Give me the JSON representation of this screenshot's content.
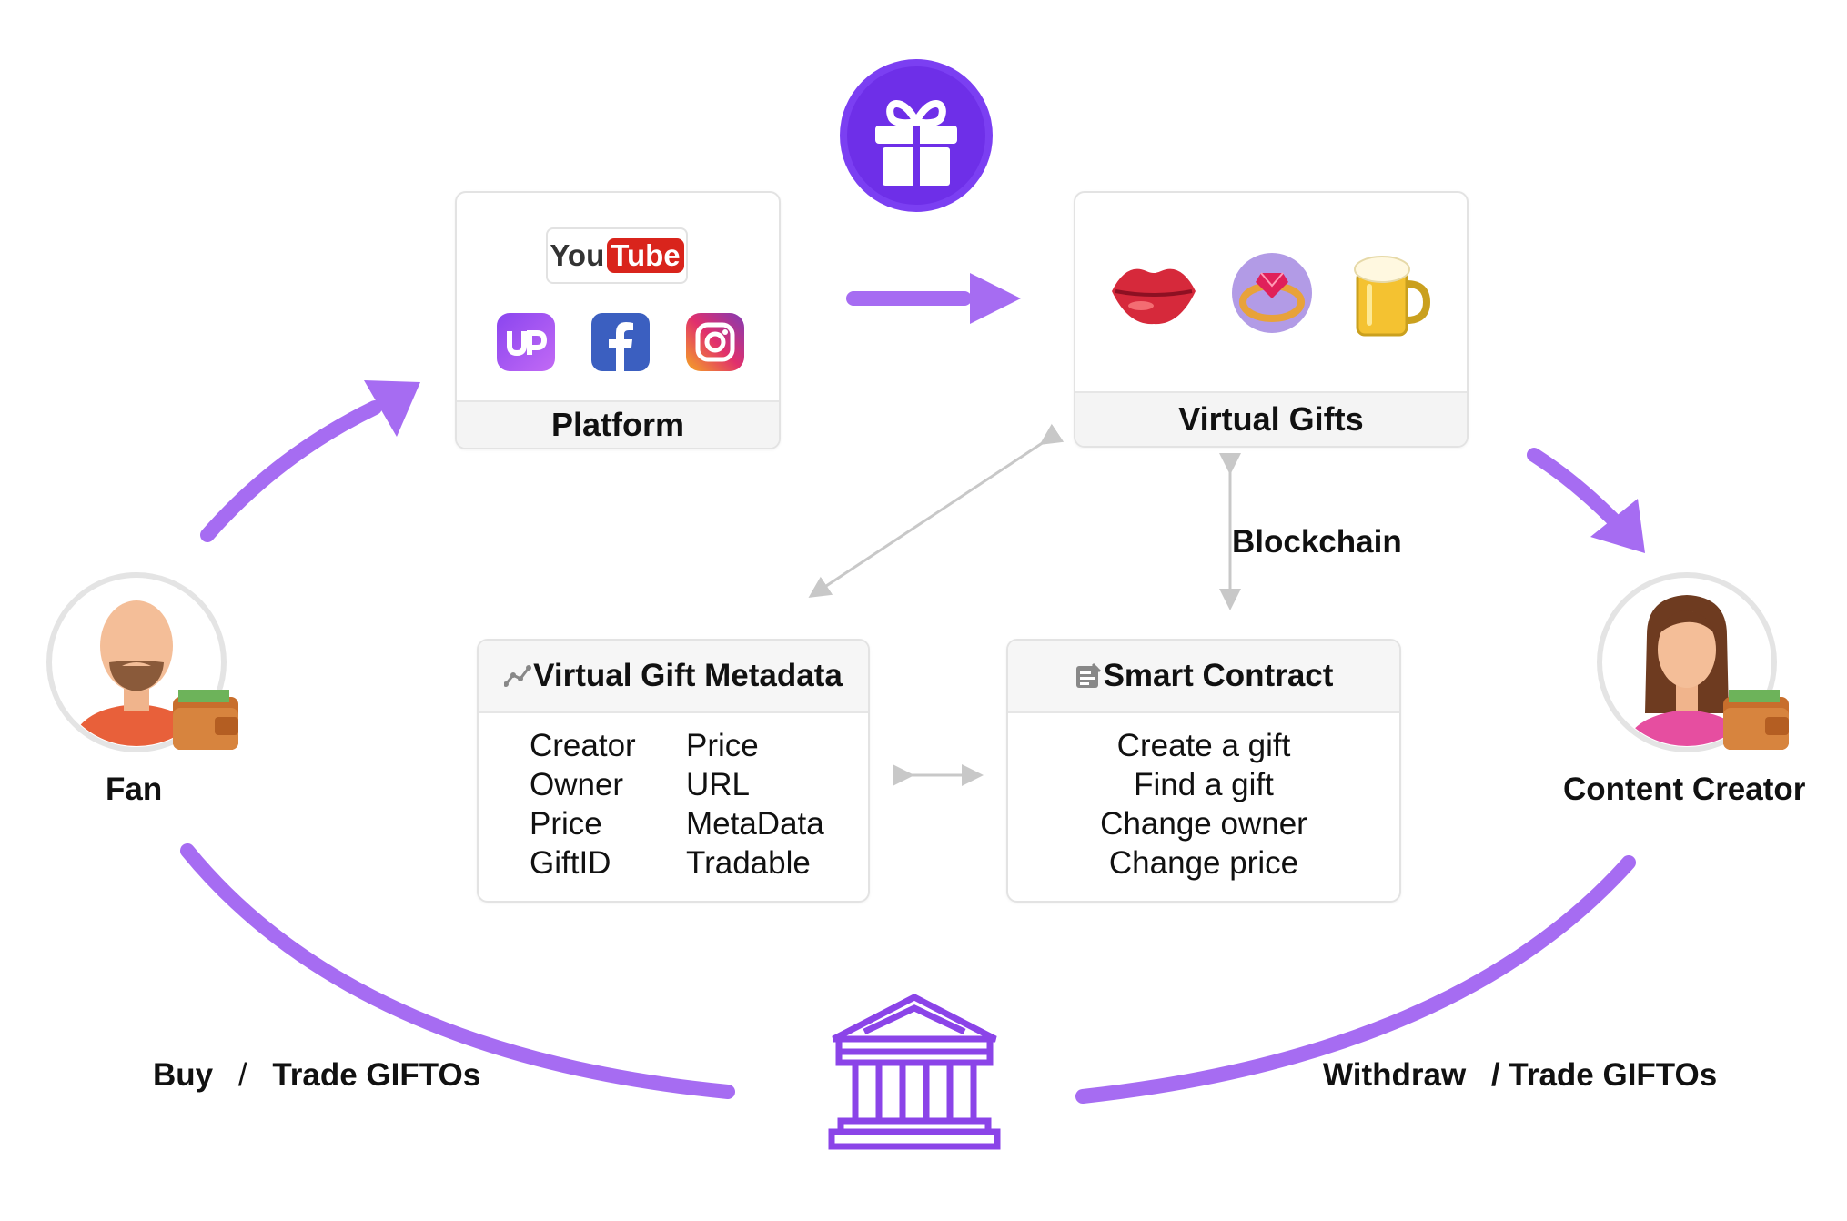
{
  "platform": {
    "label": "Platform",
    "logos": [
      "uplive-logo",
      "youtube-logo",
      "facebook-logo",
      "instagram-logo"
    ]
  },
  "youtube": {
    "you": "You",
    "tube": "Tube"
  },
  "virtual_gifts": {
    "label": "Virtual Gifts",
    "items": [
      "lips-gift-icon",
      "ring-gift-icon",
      "beer-mug-gift-icon"
    ]
  },
  "blockchain_label": "Blockchain",
  "metadata": {
    "title": "Virtual Gift Metadata",
    "col1": [
      "Creator",
      "Owner",
      "Price",
      "GiftID"
    ],
    "col2": [
      "Price",
      "URL",
      "MetaData",
      "Tradable"
    ]
  },
  "smart_contract": {
    "title": "Smart Contract",
    "items": [
      "Create a gift",
      "Find a gift",
      "Change owner",
      "Change price"
    ]
  },
  "fan": {
    "label": "Fan"
  },
  "creator": {
    "label": "Content Creator"
  },
  "bottom": {
    "buy": "Buy",
    "slash": "/",
    "trade_left": "Trade GIFTOs",
    "withdraw": "Withdraw",
    "trade_right": "/ Trade GIFTOs"
  },
  "colors": {
    "purple": "#a66cf2",
    "purple_dark": "#7a3df0",
    "gray_arrow": "#c8c8c8"
  }
}
